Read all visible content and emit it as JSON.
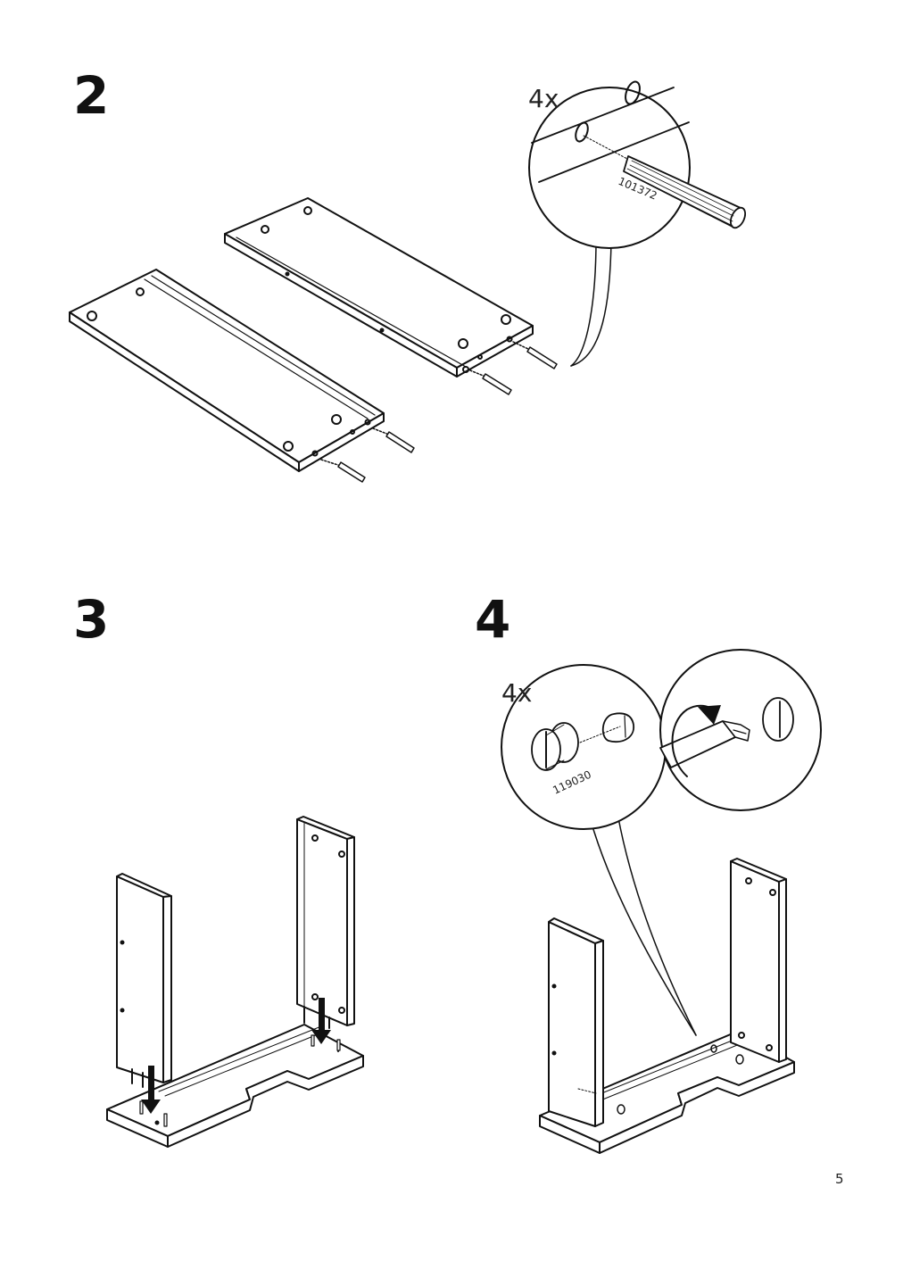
{
  "steps": [
    {
      "number": "2",
      "qty": "4x",
      "part": "101372"
    },
    {
      "number": "3"
    },
    {
      "number": "4",
      "qty": "4x",
      "part": "119030"
    }
  ],
  "page_number": "5"
}
